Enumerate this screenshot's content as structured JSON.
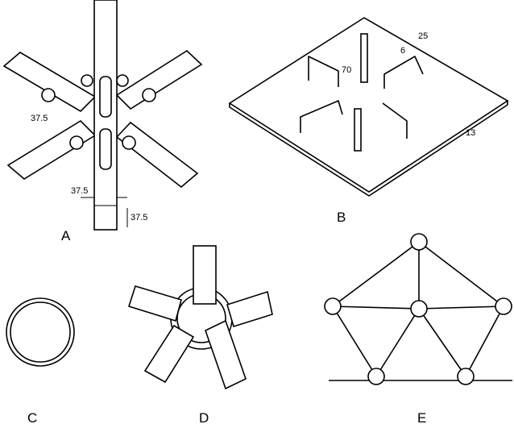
{
  "panels": {
    "a": {
      "label": "A",
      "dims": [
        "37.5",
        "37.5",
        "37.5"
      ]
    },
    "b": {
      "label": "B",
      "dims": {
        "d25": "25",
        "d6": "6",
        "d70": "70",
        "d13": "13"
      }
    },
    "c": {
      "label": "C"
    },
    "d": {
      "label": "D"
    },
    "e": {
      "label": "E"
    }
  }
}
